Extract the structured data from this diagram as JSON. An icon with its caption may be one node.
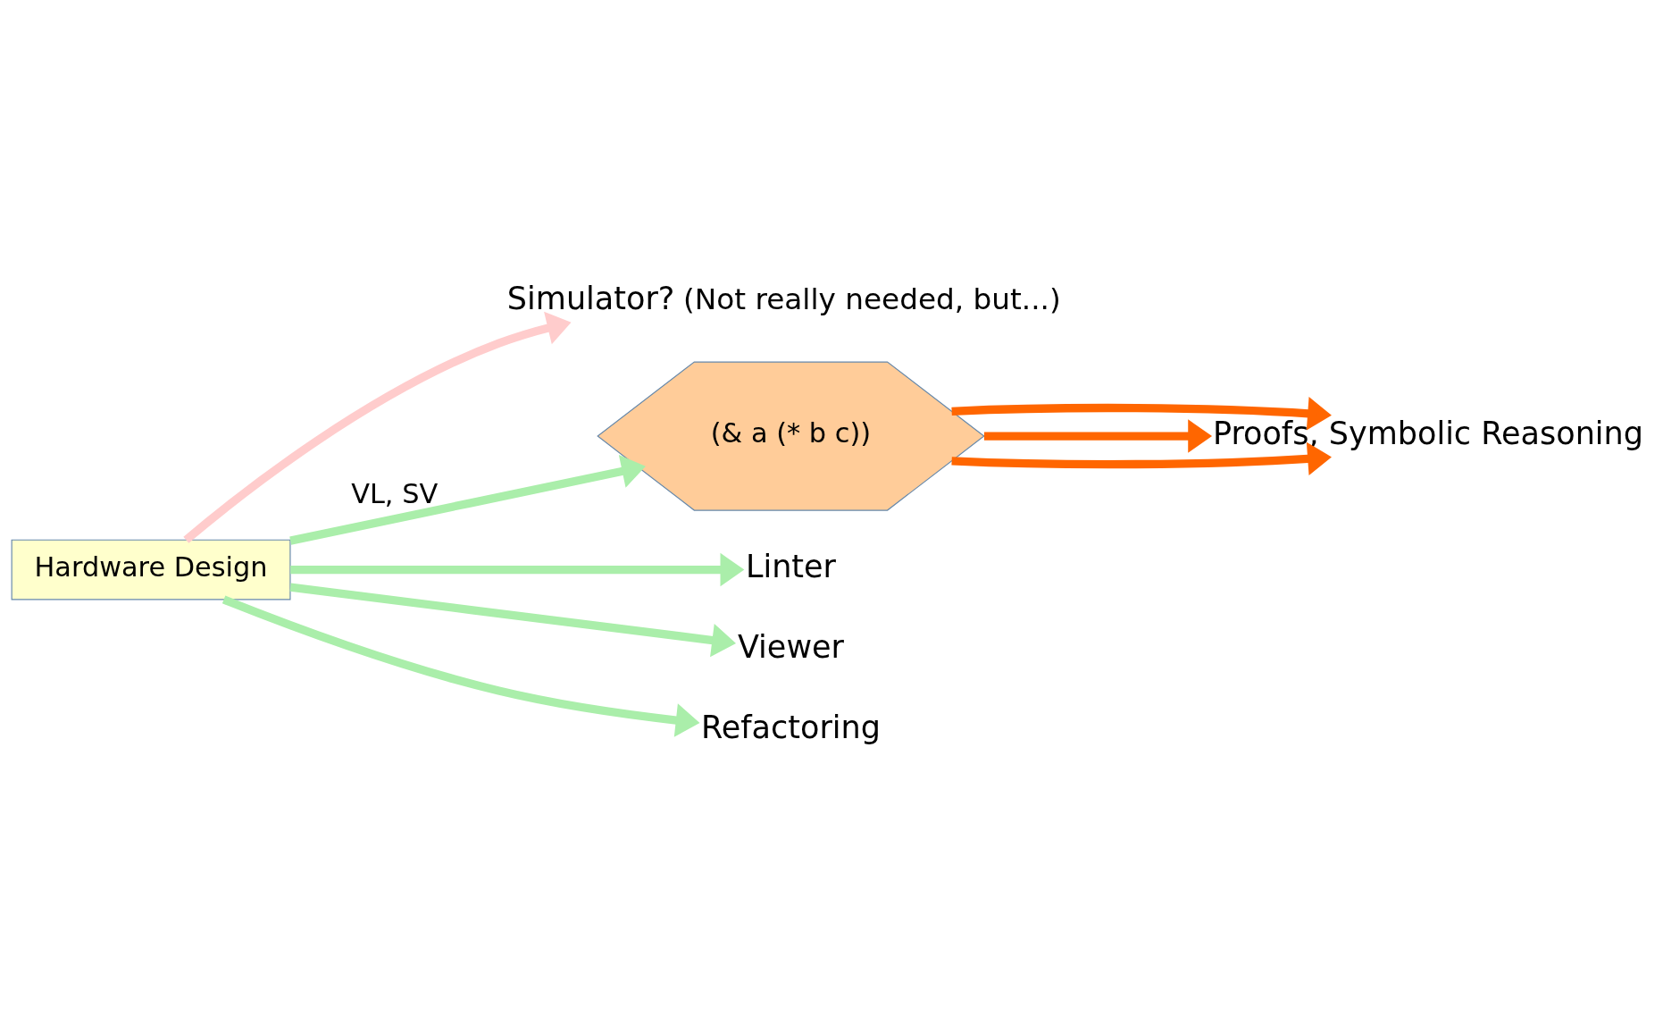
{
  "diagram": {
    "nodes": [
      {
        "text": [
          "Hardware Design"
        ]
      },
      {
        "text": [
          "Simulator?",
          "(Not really needed, but...)"
        ]
      },
      {
        "text": [
          "(& a (* b c))"
        ]
      },
      {
        "text": [
          "Linter"
        ]
      },
      {
        "text": [
          "Viewer"
        ]
      },
      {
        "text": [
          "Refactoring"
        ]
      },
      {
        "text": [
          "Proofs, Symbolic Reasoning"
        ]
      }
    ],
    "edges": [
      {
        "from": 0,
        "to": 1,
        "arrow": "to",
        "color": "#ffcccc"
      },
      {
        "from": 0,
        "to": 2,
        "arrow": "to",
        "label": "VL, SV"
      },
      {
        "from": 0,
        "to": 3,
        "arrow": "to"
      },
      {
        "from": 0,
        "to": 4,
        "arrow": "to"
      },
      {
        "from": 0,
        "to": 5,
        "arrow": "to"
      },
      {
        "from": 2,
        "to": 6,
        "arrow": "to",
        "color": "#ff6600"
      },
      {
        "from": 2,
        "to": 6,
        "arrow": "to",
        "color": "#ff6600"
      },
      {
        "from": 2,
        "to": 6,
        "arrow": "to",
        "color": "#ff6600"
      }
    ]
  }
}
